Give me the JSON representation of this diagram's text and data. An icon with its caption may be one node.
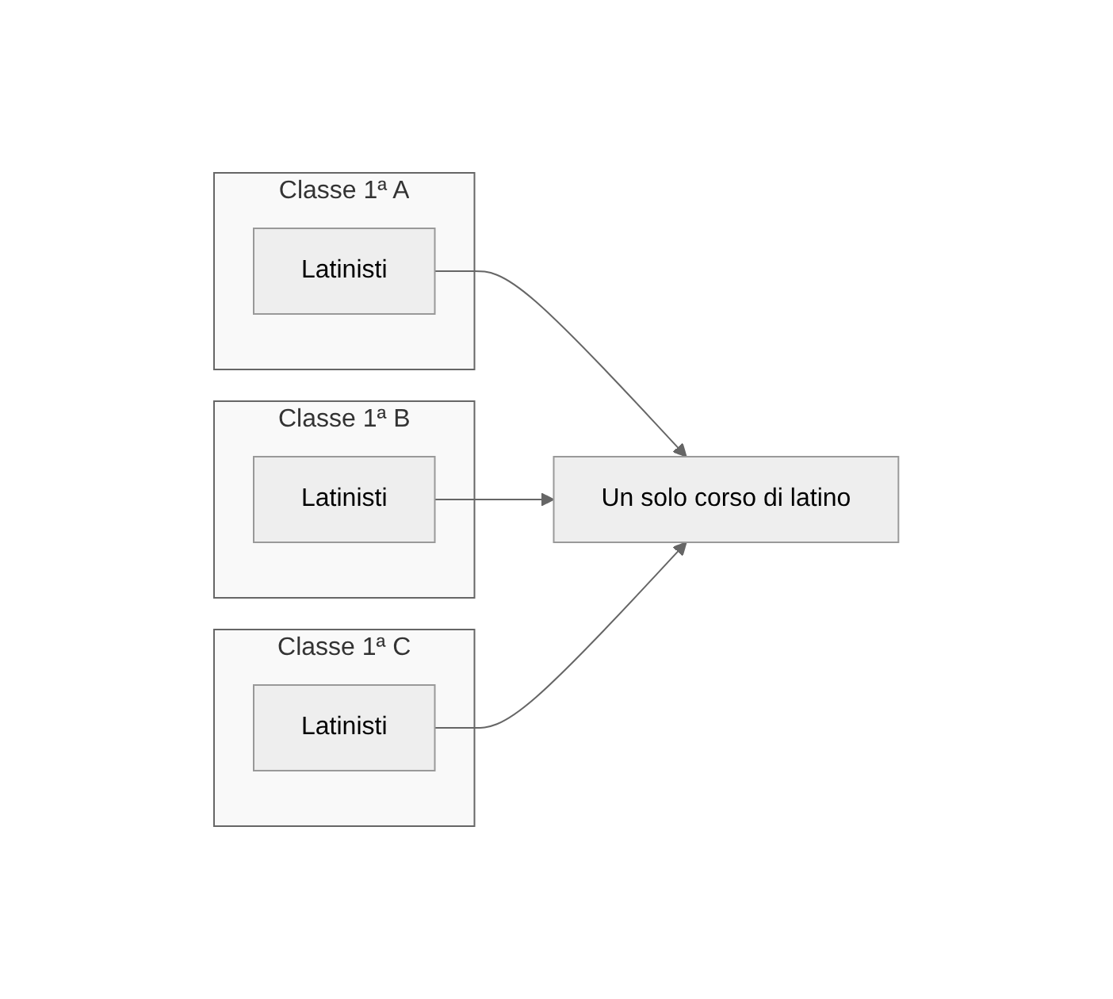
{
  "diagram": {
    "nodes": [
      {
        "text": [
          "Classe 1ª A"
        ]
      },
      {
        "text": [
          "Latinisti"
        ],
        "in": 0
      },
      {
        "text": [
          "Classe 1ª B"
        ]
      },
      {
        "text": [
          "Latinisti"
        ],
        "in": 2
      },
      {
        "text": [
          "Classe 1ª C"
        ]
      },
      {
        "text": [
          "Latinisti"
        ],
        "in": 4
      },
      {
        "text": [
          "Un solo corso di latino"
        ]
      }
    ],
    "edges": [
      {
        "from": 1,
        "to": 6,
        "arrow": "to"
      },
      {
        "from": 3,
        "to": 6,
        "arrow": "to"
      },
      {
        "from": 5,
        "to": 6,
        "arrow": "to"
      }
    ]
  }
}
